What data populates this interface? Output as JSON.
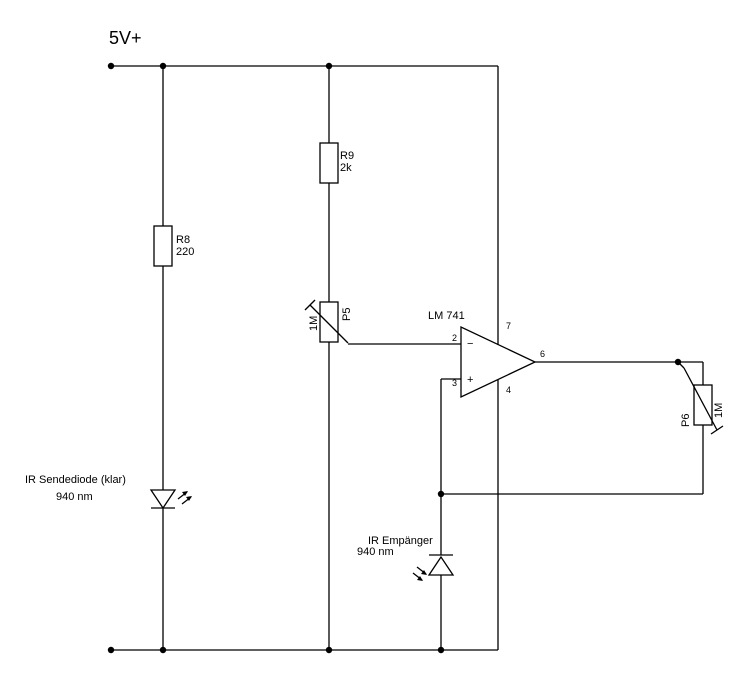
{
  "supply_label": "5V+",
  "components": {
    "r8": {
      "ref": "R8",
      "value": "220"
    },
    "r9": {
      "ref": "R9",
      "value": "2k"
    },
    "p5": {
      "ref": "P5",
      "value": "1M"
    },
    "p6": {
      "ref": "P6",
      "value": "1M"
    },
    "opamp": {
      "ref": "LM 741",
      "pin_inv": "2",
      "pin_noninv": "3",
      "pin_vplus": "7",
      "pin_vminus": "4",
      "pin_out": "6",
      "minus_sign": "−",
      "plus_sign": "+"
    },
    "ir_sender": {
      "label": "IR Sendediode (klar)",
      "wavelength": "940 nm"
    },
    "ir_receiver": {
      "label": "IR Empänger",
      "wavelength": "940 nm"
    }
  }
}
